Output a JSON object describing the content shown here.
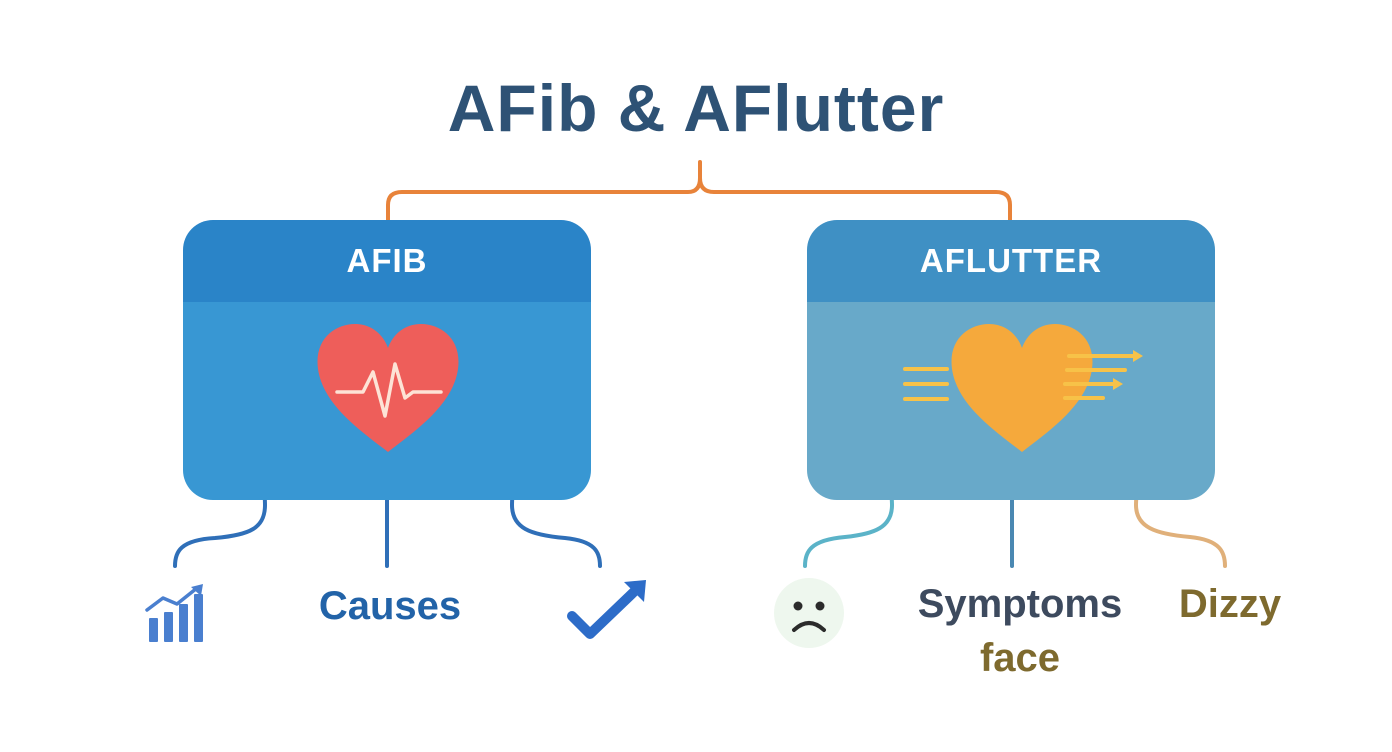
{
  "title": "AFib & AFlutter",
  "cards": {
    "afib": {
      "label": "AFIB",
      "icon": "heart-ecg-icon"
    },
    "aflutter": {
      "label": "AFLUTTER",
      "icon": "heart-arrows-icon"
    }
  },
  "afib_branches": [
    {
      "icon": "bar-chart-icon"
    },
    {
      "label": "Causes"
    },
    {
      "icon": "check-icon"
    }
  ],
  "aflutter_branches": [
    {
      "icon": "sad-face-icon"
    },
    {
      "label_line1": "Symptoms",
      "label_line2": "face"
    },
    {
      "label": "Dizzy"
    }
  ],
  "colors": {
    "title": "#2e5275",
    "bracket": "#e8833a",
    "afib_header": "#2a84c8",
    "afib_body": "#3897d3",
    "aflutter_header": "#3f90c4",
    "aflutter_body": "#68a9c9",
    "afib_heart": "#ee5e5a",
    "aflutter_heart": "#f5a93c"
  }
}
